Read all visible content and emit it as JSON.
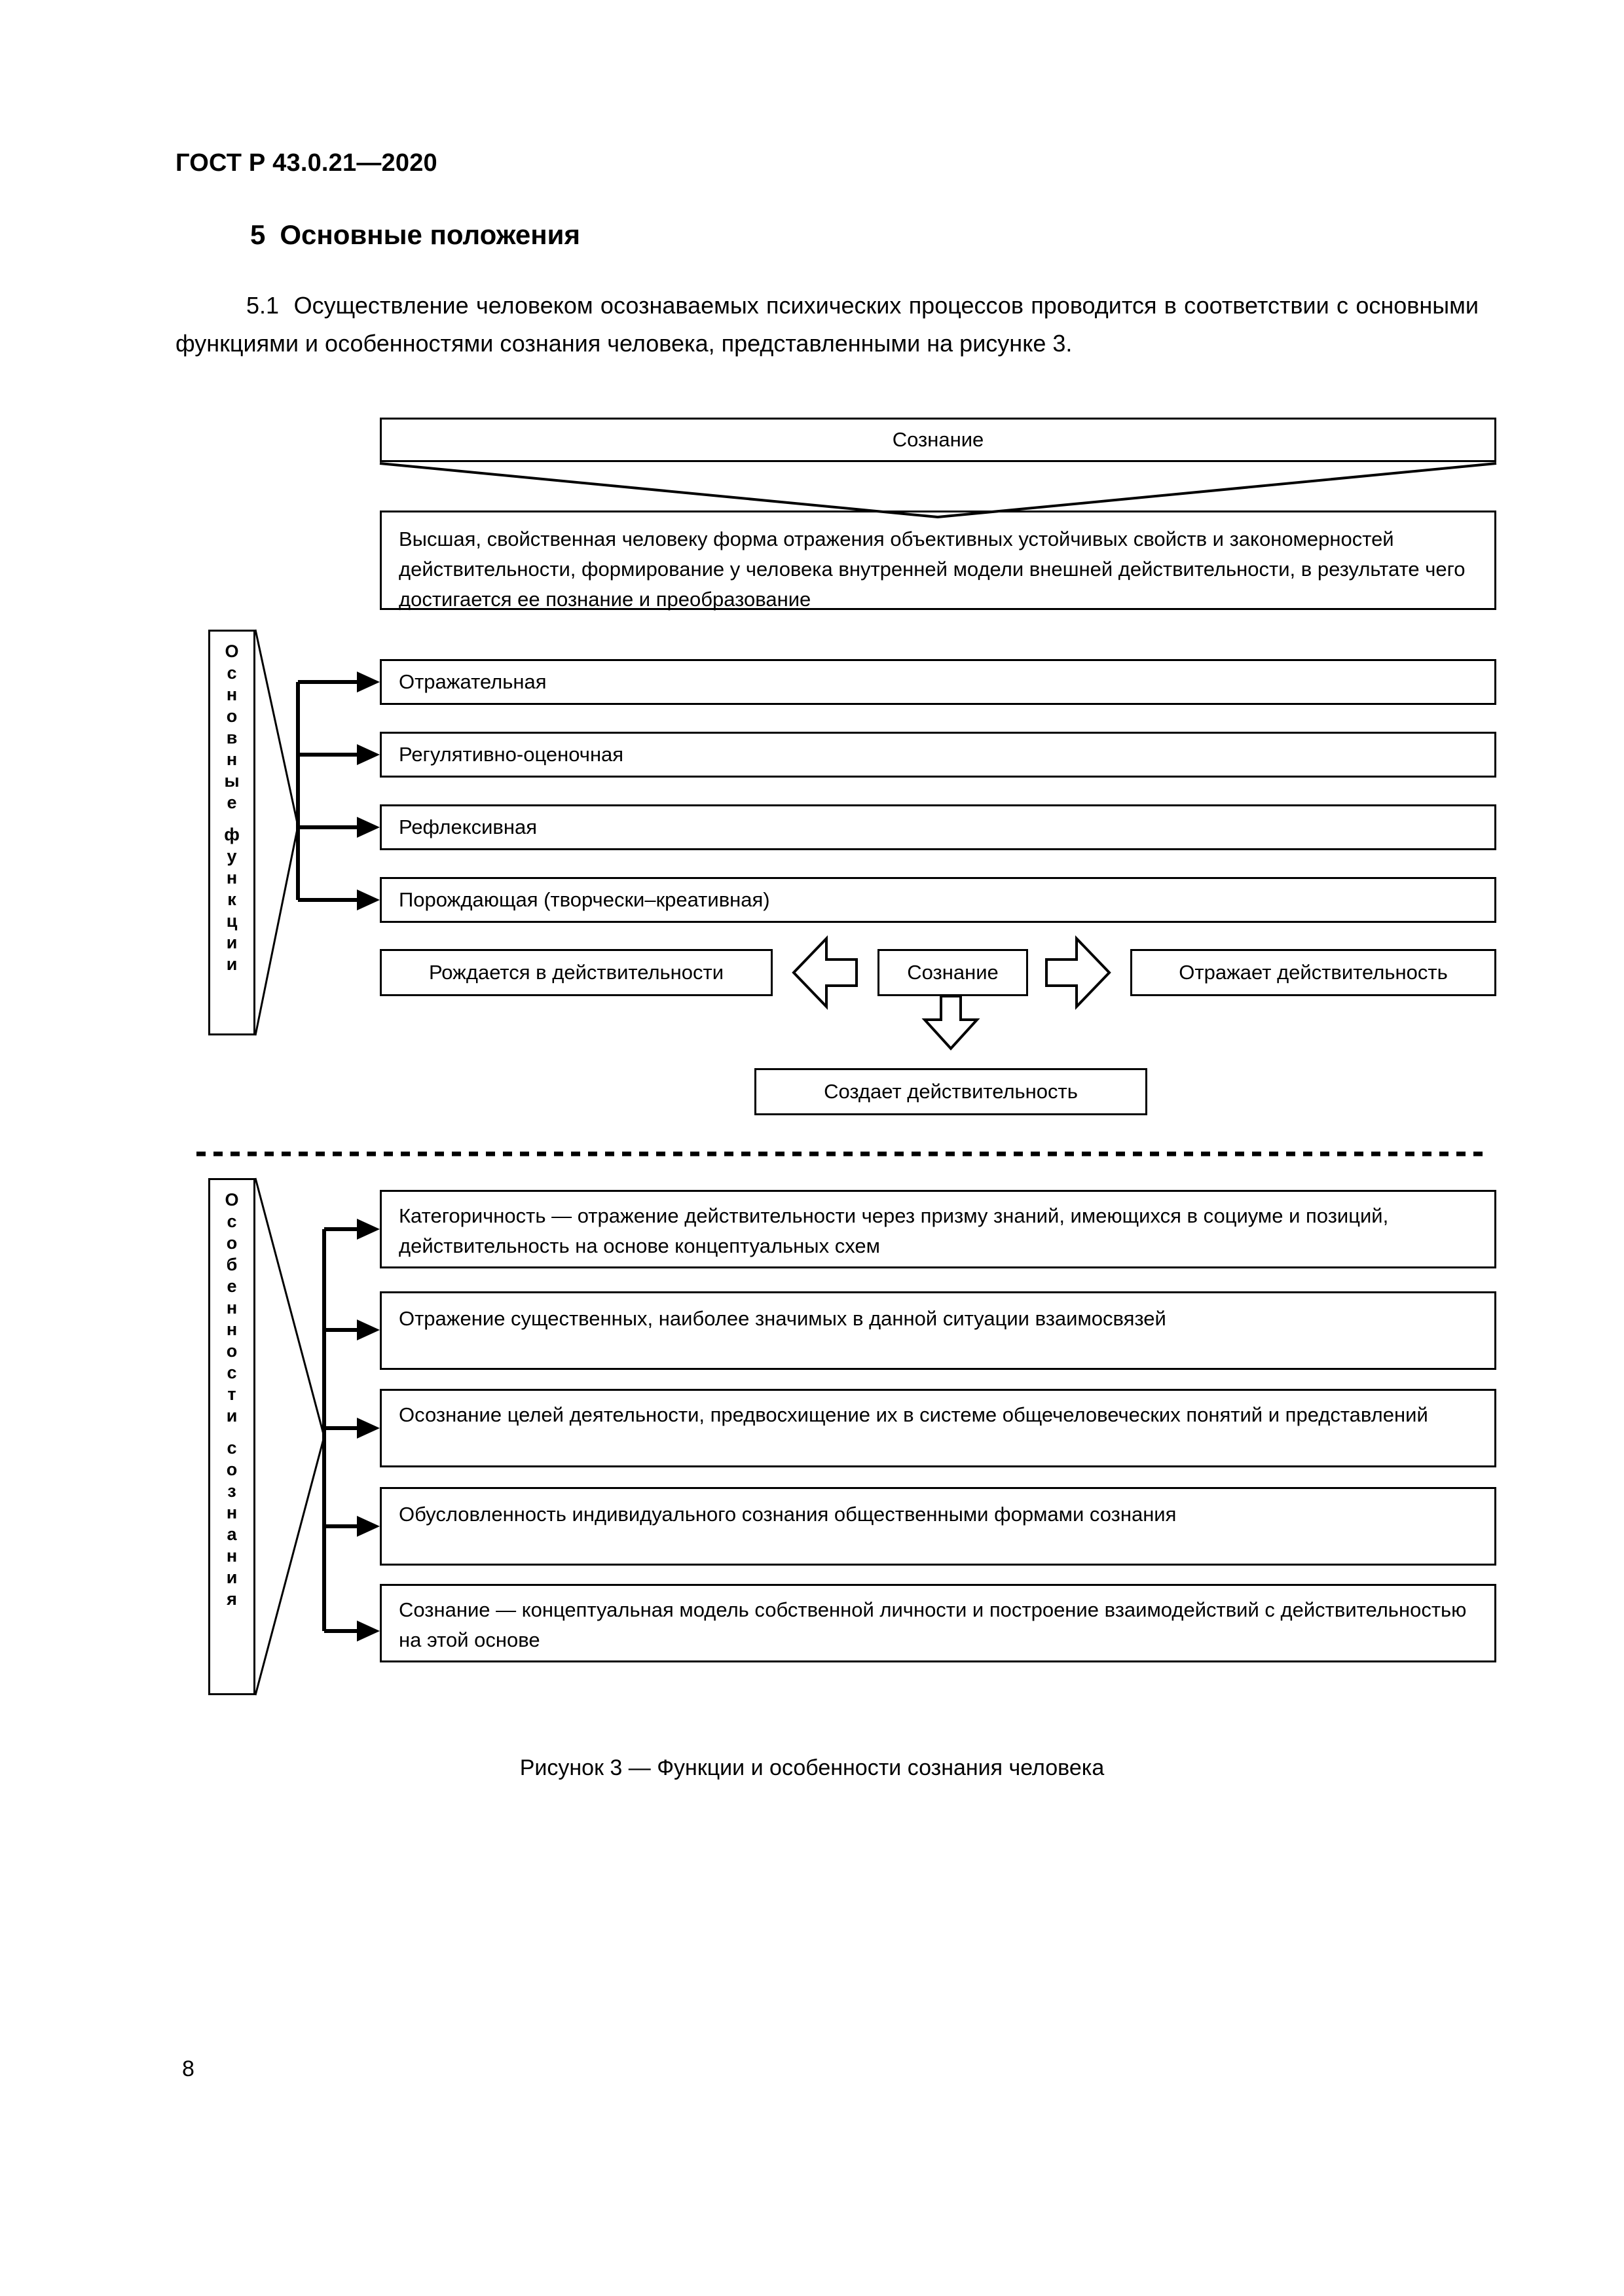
{
  "document": {
    "header": "ГОСТ Р 43.0.21—2020",
    "page_number": "8"
  },
  "section": {
    "number": "5",
    "title": "Основные положения",
    "clause_number": "5.1",
    "clause_text": "Осуществление человеком осознаваемых психических процессов проводится в соответствии с основными функциями и особенностями сознания человека, представленными на рисунке 3."
  },
  "figure": {
    "caption": "Рисунок 3 — Функции и особенности сознания человека",
    "top_box": "Сознание",
    "definition_box": "Высшая, свойственная человеку форма отражения объективных устойчивых свойств и закономерностей действительности, формирование у человека внутренней модели внешней действительности, в результате чего достигается ее познание и преобразование",
    "functions_label": "Основные функции",
    "functions": [
      "Отражательная",
      "Регулятивно-оценочная",
      "Рефлексивная",
      "Порождающая (творчески–креативная)"
    ],
    "triad": {
      "left": "Рождается в действительности",
      "center": "Сознание",
      "right": "Отражает действительность",
      "bottom": "Создает действительность"
    },
    "features_label": "Особенности сознания",
    "features": [
      "Категоричность — отражение действительности через призму знаний, имеющихся в социуме и позиций, действительность на основе концептуальных схем",
      "Отражение существенных, наиболее значимых в данной ситуации взаимосвязей",
      "Осознание целей деятельности, предвосхищение их в системе общечеловеческих понятий и представлений",
      "Обусловленность индивидуального сознания общественными формами сознания",
      "Сознание — концептуальная модель собственной личности и построение взаимодействий с действительностью на этой основе"
    ]
  },
  "colors": {
    "ink": "#000000",
    "paper": "#ffffff"
  }
}
